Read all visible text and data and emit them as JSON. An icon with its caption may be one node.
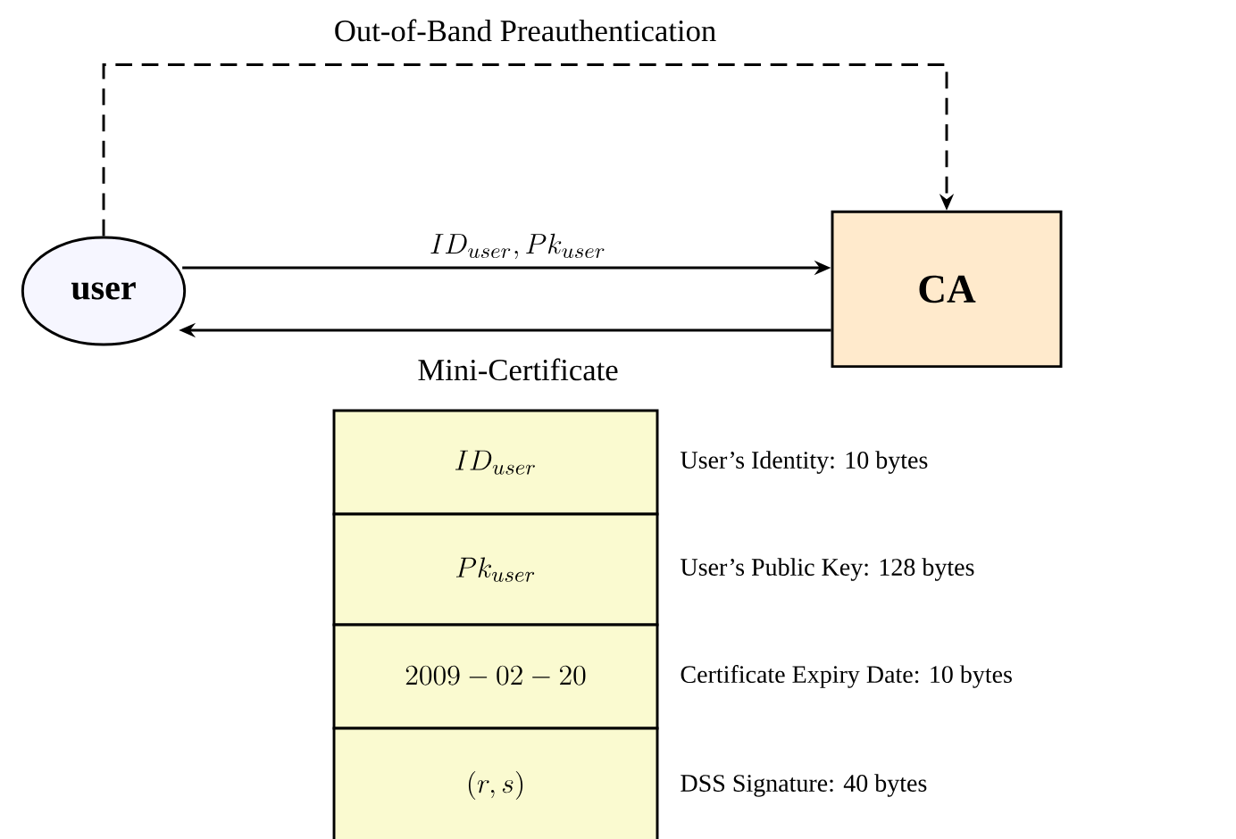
{
  "diagram": {
    "nodes": [
      {
        "text": [
          "user"
        ]
      },
      {
        "text": [
          "CA"
        ]
      },
      {
        "text": [
          "ID_{user}"
        ],
        "beside": [
          "User’s Identity: 10 bytes"
        ]
      },
      {
        "text": [
          "Pk_{user}"
        ],
        "beside": [
          "User’s Public Key: 128 bytes"
        ]
      },
      {
        "text": [
          "2009-02-20"
        ],
        "beside": [
          "Certificate Expiry Date: 10 bytes"
        ]
      },
      {
        "text": [
          "(r,s)"
        ],
        "beside": [
          "DSS Signature: 40 bytes"
        ]
      }
    ],
    "edges": [
      {
        "from": 0,
        "to": 1,
        "arrow": "to",
        "style": "dashed",
        "label": "Out-of-Band Preauthentication"
      },
      {
        "from": 0,
        "to": 1,
        "arrow": "to",
        "label": "ID_{user}, Pk_{user}"
      },
      {
        "from": 1,
        "to": 0,
        "arrow": "to",
        "label": "Mini-Certificate"
      }
    ]
  }
}
